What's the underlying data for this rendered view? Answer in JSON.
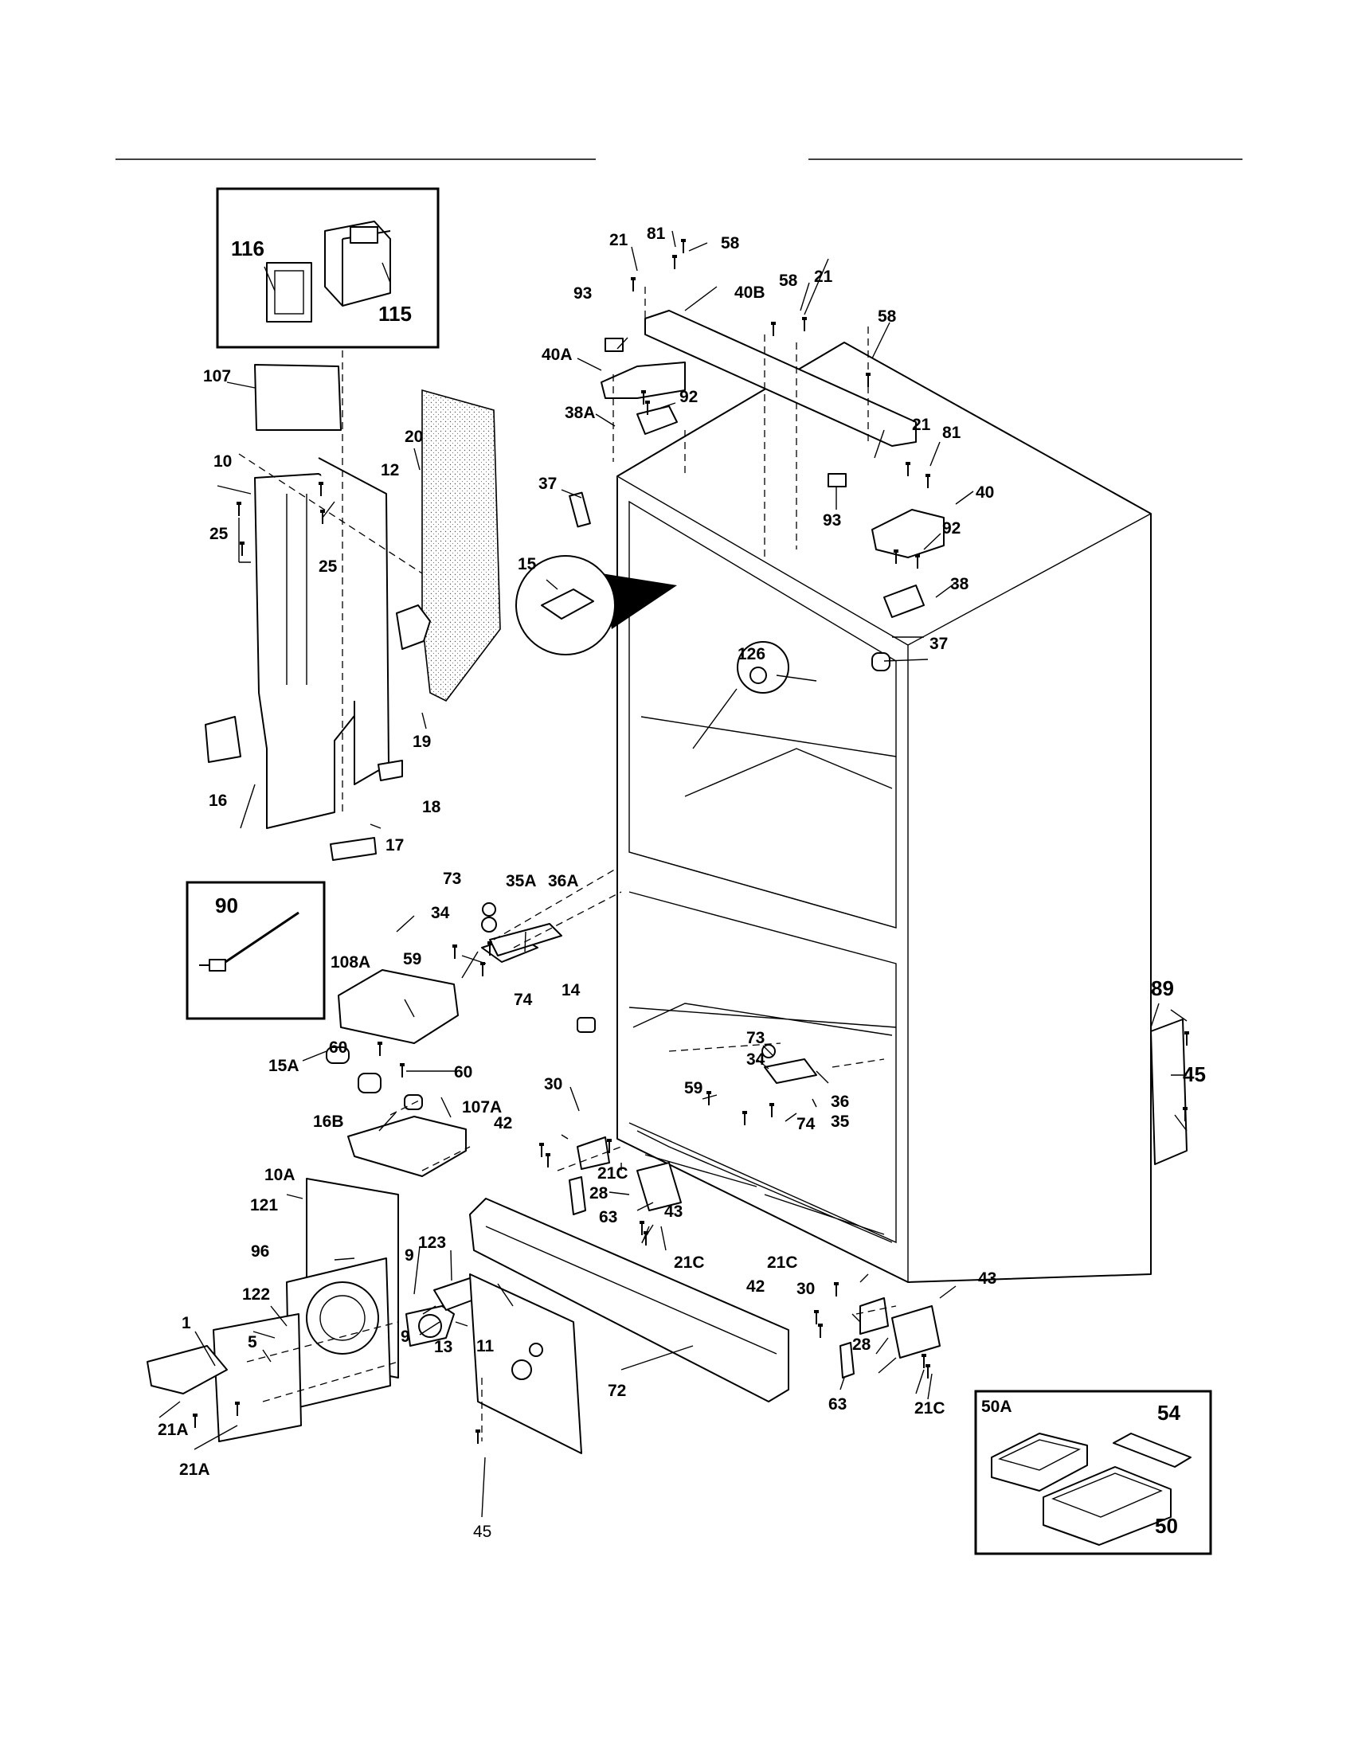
{
  "parts": [
    {
      "id": "p116",
      "label": "116"
    },
    {
      "id": "p115",
      "label": "115"
    },
    {
      "id": "p107",
      "label": "107"
    },
    {
      "id": "p20",
      "label": "20"
    },
    {
      "id": "p10",
      "label": "10"
    },
    {
      "id": "p12",
      "label": "12"
    },
    {
      "id": "p25a",
      "label": "25"
    },
    {
      "id": "p25b",
      "label": "25"
    },
    {
      "id": "p19",
      "label": "19"
    },
    {
      "id": "p16",
      "label": "16"
    },
    {
      "id": "p18",
      "label": "18"
    },
    {
      "id": "p17",
      "label": "17"
    },
    {
      "id": "p90",
      "label": "90"
    },
    {
      "id": "p73a",
      "label": "73"
    },
    {
      "id": "p35A",
      "label": "35A"
    },
    {
      "id": "p36A",
      "label": "36A"
    },
    {
      "id": "p34a",
      "label": "34"
    },
    {
      "id": "p59a",
      "label": "59"
    },
    {
      "id": "p74a",
      "label": "74"
    },
    {
      "id": "p108A",
      "label": "108A"
    },
    {
      "id": "p14",
      "label": "14"
    },
    {
      "id": "p60a",
      "label": "60"
    },
    {
      "id": "p60b",
      "label": "60"
    },
    {
      "id": "p15A",
      "label": "15A"
    },
    {
      "id": "p16B",
      "label": "16B"
    },
    {
      "id": "p107A",
      "label": "107A"
    },
    {
      "id": "p10A",
      "label": "10A"
    },
    {
      "id": "p121",
      "label": "121"
    },
    {
      "id": "p96",
      "label": "96"
    },
    {
      "id": "p122",
      "label": "122"
    },
    {
      "id": "p1",
      "label": "1"
    },
    {
      "id": "p5",
      "label": "5"
    },
    {
      "id": "p123",
      "label": "123"
    },
    {
      "id": "p9a",
      "label": "9"
    },
    {
      "id": "p9b",
      "label": "9"
    },
    {
      "id": "p13",
      "label": "13"
    },
    {
      "id": "p11",
      "label": "11"
    },
    {
      "id": "p21Aa",
      "label": "21A"
    },
    {
      "id": "p21Ab",
      "label": "21A"
    },
    {
      "id": "p45b",
      "label": "45"
    },
    {
      "id": "p72",
      "label": "72"
    },
    {
      "id": "p30a",
      "label": "30"
    },
    {
      "id": "p42a",
      "label": "42"
    },
    {
      "id": "p21Ca",
      "label": "21C"
    },
    {
      "id": "p28a",
      "label": "28"
    },
    {
      "id": "p43a",
      "label": "43"
    },
    {
      "id": "p63a",
      "label": "63"
    },
    {
      "id": "p21Cb",
      "label": "21C"
    },
    {
      "id": "p21a",
      "label": "21"
    },
    {
      "id": "p81a",
      "label": "81"
    },
    {
      "id": "p58a",
      "label": "58"
    },
    {
      "id": "p93a",
      "label": "93"
    },
    {
      "id": "p40B",
      "label": "40B"
    },
    {
      "id": "p58b",
      "label": "58"
    },
    {
      "id": "p21b",
      "label": "21"
    },
    {
      "id": "p58c",
      "label": "58"
    },
    {
      "id": "p40A",
      "label": "40A"
    },
    {
      "id": "p92a",
      "label": "92"
    },
    {
      "id": "p38A",
      "label": "38A"
    },
    {
      "id": "p37a",
      "label": "37"
    },
    {
      "id": "p15",
      "label": "15"
    },
    {
      "id": "p21c",
      "label": "21"
    },
    {
      "id": "p81b",
      "label": "81"
    },
    {
      "id": "p40",
      "label": "40"
    },
    {
      "id": "p93b",
      "label": "93"
    },
    {
      "id": "p92b",
      "label": "92"
    },
    {
      "id": "p38",
      "label": "38"
    },
    {
      "id": "p126",
      "label": "126"
    },
    {
      "id": "p37b",
      "label": "37"
    },
    {
      "id": "p89",
      "label": "89"
    },
    {
      "id": "p45a",
      "label": "45"
    },
    {
      "id": "p73b",
      "label": "73"
    },
    {
      "id": "p34b",
      "label": "34"
    },
    {
      "id": "p59b",
      "label": "59"
    },
    {
      "id": "p36",
      "label": "36"
    },
    {
      "id": "p35",
      "label": "35"
    },
    {
      "id": "p74b",
      "label": "74"
    },
    {
      "id": "p21Cc",
      "label": "21C"
    },
    {
      "id": "p42b",
      "label": "42"
    },
    {
      "id": "p30b",
      "label": "30"
    },
    {
      "id": "p43b",
      "label": "43"
    },
    {
      "id": "p28b",
      "label": "28"
    },
    {
      "id": "p63b",
      "label": "63"
    },
    {
      "id": "p21Cd",
      "label": "21C"
    },
    {
      "id": "p50A",
      "label": "50A"
    },
    {
      "id": "p54",
      "label": "54"
    },
    {
      "id": "p50",
      "label": "50"
    }
  ]
}
